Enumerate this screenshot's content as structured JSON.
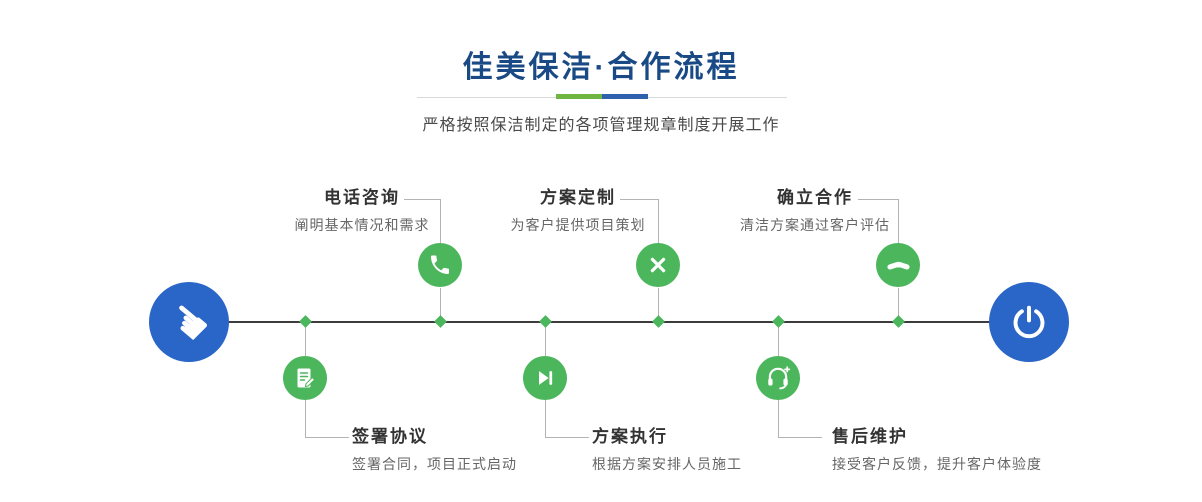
{
  "page": {
    "title": "佳美保洁·合作流程",
    "subtitle": "严格按照保洁制定的各项管理规章制度开展工作"
  },
  "timeline": {
    "start_icon": "pointing-hand-icon",
    "end_icon": "power-icon"
  },
  "steps": [
    {
      "title": "电话咨询",
      "desc": "阐明基本情况和需求",
      "icon": "phone-icon",
      "row": "top"
    },
    {
      "title": "方案定制",
      "desc": "为客户提供项目策划",
      "icon": "pencil-ruler-icon",
      "row": "top"
    },
    {
      "title": "确立合作",
      "desc": "清洁方案通过客户评估",
      "icon": "handshake-icon",
      "row": "top"
    },
    {
      "title": "签署协议",
      "desc": "签署合同，项目正式启动",
      "icon": "document-sign-icon",
      "row": "bottom"
    },
    {
      "title": "方案执行",
      "desc": "根据方案安排人员施工",
      "icon": "play-next-icon",
      "row": "bottom"
    },
    {
      "title": "售后维护",
      "desc": "接受客户反馈，提升客户体验度",
      "icon": "headset-plus-icon",
      "row": "bottom"
    }
  ],
  "colors": {
    "accent_green": "#4CB65C",
    "accent_blue": "#2A65C8",
    "title_navy": "#1A4A85",
    "divider_green": "#70B541",
    "divider_blue": "#2E62AD"
  }
}
